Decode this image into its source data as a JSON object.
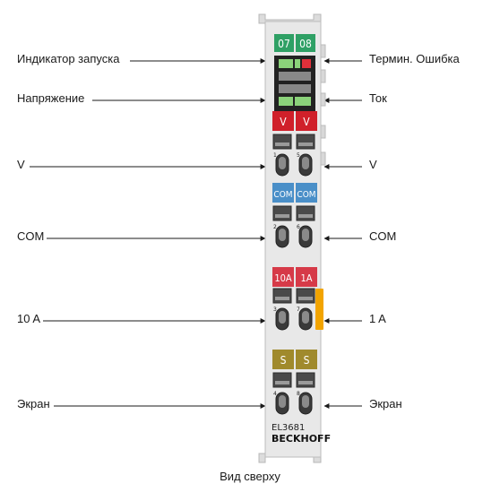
{
  "labels": {
    "left": [
      "Индикатор запуска",
      "Напряжение",
      "V",
      "COM",
      "10 A",
      "Экран"
    ],
    "right": [
      "Термин. Ошибка",
      "Ток",
      "V",
      "COM",
      "1 A",
      "Экран"
    ]
  },
  "module": {
    "led_numbers": [
      "07",
      "08"
    ],
    "badges": {
      "v": [
        "V",
        "V"
      ],
      "com": [
        "COM",
        "COM"
      ],
      "current": [
        "10A",
        "1A"
      ],
      "shield": [
        "S",
        "S"
      ]
    },
    "terminal_numbers": [
      "1",
      "5",
      "2",
      "6",
      "3",
      "7",
      "4",
      "8"
    ],
    "model": "EL3681",
    "brand": "BECKHOFF"
  },
  "caption": "Вид сверху",
  "colors": {
    "green": "#2fa065",
    "red": "#d0202a",
    "blue": "#4a8fc8",
    "red_badge": "#d63a48",
    "olive": "#a08a2c",
    "orange": "#f2a400",
    "housing": "#e8e8e8"
  }
}
